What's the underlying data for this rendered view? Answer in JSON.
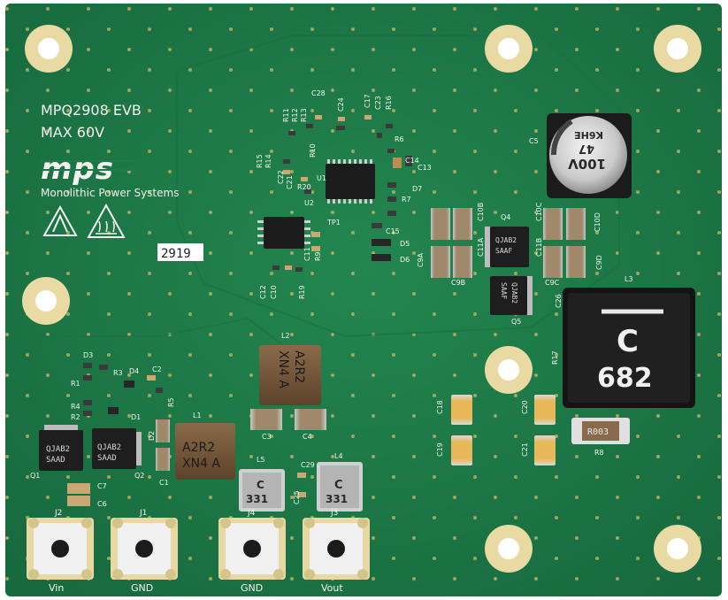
{
  "board": {
    "title_line1": "MPQ2908 EVB",
    "title_line2": "MAX 60V",
    "logo_text": "mps",
    "company": "Monolithic Power Systems",
    "date_code": "2919",
    "colors": {
      "pcb": "#1e7a4a",
      "pcb_dark": "#17663c",
      "silk": "#f4f4f0",
      "copper": "#d8b868"
    }
  },
  "designators": {
    "C28": "C28",
    "R11": "R11",
    "R12": "R12",
    "R13": "R13",
    "C24": "C24",
    "C17": "C17",
    "C23": "C23",
    "R16": "R16",
    "R6": "R6",
    "R15": "R15",
    "R14": "R14",
    "R10": "R10",
    "C22": "C22",
    "C21": "C21",
    "R20": "R20",
    "U2": "U2",
    "U1": "U1",
    "C14": "C14",
    "C13": "C13",
    "D7": "D7",
    "R7": "R7",
    "C15": "C15",
    "D5": "D5",
    "D6": "D6",
    "TP1": "TP1",
    "C11": "C11",
    "R9": "R9",
    "C12": "C12",
    "C10": "C10",
    "R19": "R19",
    "C5": "C5",
    "Q4": "Q4",
    "C9A": "C9A",
    "C9B": "C9B",
    "C9C": "C9C",
    "C11A": "C11A",
    "C10B": "C10B",
    "C11B": "C11B",
    "C10C": "C10C",
    "C9D": "C9D",
    "C10D": "C10D",
    "Q5": "Q5",
    "C26": "C26",
    "R17": "R17",
    "L3": "L3",
    "L2": "L2",
    "C3": "C3",
    "C4": "C4",
    "D3": "D3",
    "R1": "R1",
    "R3": "R3",
    "D4": "D4",
    "C2": "C2",
    "R4": "R4",
    "R2": "R2",
    "D1": "D1",
    "R5": "R5",
    "D2": "D2",
    "Q1": "Q1",
    "Q2": "Q2",
    "L1": "L1",
    "C1": "C1",
    "C7": "C7",
    "C6": "C6",
    "L5": "L5",
    "L4": "L4",
    "C25": "C25",
    "C29": "C29",
    "C18": "C18",
    "C19": "C19",
    "C20": "C20",
    "C21b": "C21",
    "R8": "R8",
    "J2": "J2",
    "J1": "J1",
    "J4": "J4",
    "J3": "J3"
  },
  "connectors": [
    {
      "ref": "J2",
      "label": "Vin"
    },
    {
      "ref": "J1",
      "label": "GND"
    },
    {
      "ref": "J4",
      "label": "GND"
    },
    {
      "ref": "J3",
      "label": "Vout"
    }
  ],
  "component_markings": {
    "c5_cap": [
      "100V",
      "47",
      "K6HE"
    ],
    "l3_inductor": "682",
    "l3_logo": "C",
    "l2_inductor": [
      "A2R2",
      "XN4 A"
    ],
    "l1_inductor": [
      "A2R2",
      "XN4 A"
    ],
    "l5_inductor": "331",
    "l4_inductor": "331",
    "inductor_logo": "C",
    "r8": "R003",
    "q1": [
      "QJAB2",
      "SAAD"
    ],
    "q2": [
      "QJAB2",
      "SAAD"
    ],
    "q4": [
      "QJAB2",
      "SAAF"
    ],
    "q5": [
      "QJAB2",
      "SAAF"
    ],
    "u1": "",
    "u2": ""
  }
}
